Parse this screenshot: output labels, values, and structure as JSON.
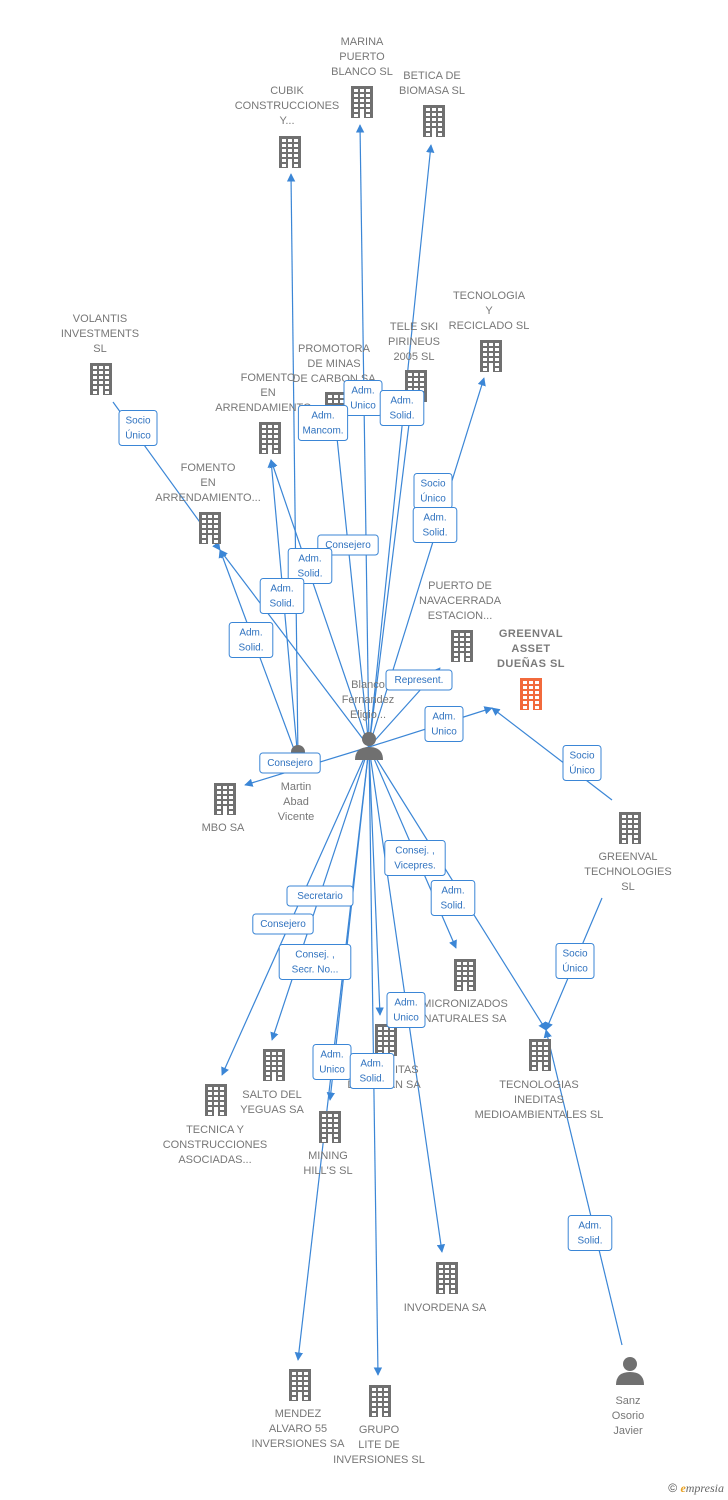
{
  "colors": {
    "building": "#707070",
    "focus": "#f26a3c",
    "person": "#707070",
    "edge": "#3b86d6"
  },
  "nodes": [
    {
      "id": "marina",
      "type": "company",
      "lines": [
        "MARINA",
        "PUERTO",
        "BLANCO SL"
      ]
    },
    {
      "id": "betica",
      "type": "company",
      "lines": [
        "BETICA DE",
        "BIOMASA SL"
      ]
    },
    {
      "id": "cubik",
      "type": "company",
      "lines": [
        "CUBIK",
        "CONSTRUCCIONES",
        "Y..."
      ]
    },
    {
      "id": "volantis",
      "type": "company",
      "lines": [
        "VOLANTIS",
        "INVESTMENTS",
        "SL"
      ]
    },
    {
      "id": "tecnologia_rec",
      "type": "company",
      "lines": [
        "TECNOLOGIA",
        "Y",
        "RECICLADO SL"
      ]
    },
    {
      "id": "teleski",
      "type": "company",
      "lines": [
        "TELE SKI",
        "PIRINEUS",
        "2005  SL"
      ]
    },
    {
      "id": "promotora",
      "type": "company",
      "lines": [
        "PROMOTORA",
        "DE MINAS",
        "DE CARBON SA"
      ]
    },
    {
      "id": "fomento1",
      "type": "company",
      "lines": [
        "FOMENTO",
        "EN",
        "ARRENDAMIENTO..."
      ]
    },
    {
      "id": "fomento2",
      "type": "company",
      "lines": [
        "FOMENTO",
        "EN",
        "ARRENDAMIENTO..."
      ]
    },
    {
      "id": "puerto_nav",
      "type": "company",
      "lines": [
        "PUERTO DE",
        "NAVACERRADA",
        "ESTACION..."
      ]
    },
    {
      "id": "greenval_asset",
      "type": "focus",
      "lines": [
        "GREENVAL",
        "ASSET",
        "DUEÑAS  SL"
      ]
    },
    {
      "id": "blanco",
      "type": "person",
      "lines": [
        "Blanco",
        "Fernandez",
        "Eligio..."
      ]
    },
    {
      "id": "martin",
      "type": "person",
      "lines": [
        "Martin",
        "Abad",
        "Vicente"
      ]
    },
    {
      "id": "mbo",
      "type": "company",
      "lines": [
        "MBO SA"
      ]
    },
    {
      "id": "greenval_tech",
      "type": "company",
      "lines": [
        "GREENVAL",
        "TECHNOLOGIES",
        "SL"
      ]
    },
    {
      "id": "micronizados",
      "type": "company",
      "lines": [
        "MICRONIZADOS",
        "NATURALES SA"
      ]
    },
    {
      "id": "tecnologias_ined",
      "type": "company",
      "lines": [
        "TECNOLOGIAS",
        "INEDITAS",
        "MEDIOAMBIENTALES SL"
      ]
    },
    {
      "id": "salto",
      "type": "company",
      "lines": [
        "SALTO DEL",
        "YEGUAS SA"
      ]
    },
    {
      "id": "bentonitas",
      "type": "company",
      "lines": [
        "BENTONITAS",
        "DE ALMAN SA"
      ]
    },
    {
      "id": "tecnica",
      "type": "company",
      "lines": [
        "TECNICA Y",
        "CONSTRUCCIONES",
        "ASOCIADAS..."
      ]
    },
    {
      "id": "mining",
      "type": "company",
      "lines": [
        "MINING",
        "HILL'S SL"
      ]
    },
    {
      "id": "invordena",
      "type": "company",
      "lines": [
        "INVORDENA SA"
      ]
    },
    {
      "id": "sanz",
      "type": "person",
      "lines": [
        "Sanz",
        "Osorio",
        "Javier"
      ]
    },
    {
      "id": "mendez",
      "type": "company",
      "lines": [
        "MENDEZ",
        "ALVARO 55",
        "INVERSIONES SA"
      ]
    },
    {
      "id": "grupo_lite",
      "type": "company",
      "lines": [
        "GRUPO",
        "LITE DE",
        "INVERSIONES SL"
      ]
    }
  ],
  "edges": [
    {
      "from": "blanco",
      "to": "marina",
      "label": [
        "Adm.",
        "Unico"
      ]
    },
    {
      "from": "blanco",
      "to": "betica",
      "label": [
        "Adm.",
        "Solid."
      ]
    },
    {
      "from": "martin",
      "to": "cubik",
      "label": []
    },
    {
      "from": "volantis",
      "to": "fomento2",
      "label": [
        "Socio",
        "Único"
      ]
    },
    {
      "from": "blanco",
      "to": "tecnologia_rec",
      "label": [
        "Socio",
        "Único"
      ]
    },
    {
      "from": "blanco",
      "to": "teleski",
      "label": [
        "Adm.",
        "Solid."
      ]
    },
    {
      "from": "blanco",
      "to": "promotora",
      "label": [
        "Consejero"
      ]
    },
    {
      "from": "blanco",
      "to": "fomento1",
      "label": [
        "Adm.",
        "Mancom."
      ]
    },
    {
      "from": "martin",
      "to": "fomento1",
      "label": [
        "Adm.",
        "Solid."
      ]
    },
    {
      "from": "blanco",
      "to": "fomento2",
      "label": [
        "Adm.",
        "Solid."
      ]
    },
    {
      "from": "martin",
      "to": "fomento2",
      "label": [
        "Adm.",
        "Solid."
      ]
    },
    {
      "from": "blanco",
      "to": "puerto_nav",
      "label": [
        "Represent."
      ]
    },
    {
      "from": "blanco",
      "to": "greenval_asset",
      "label": [
        "Adm.",
        "Unico"
      ]
    },
    {
      "from": "greenval_tech",
      "to": "greenval_asset",
      "label": [
        "Socio",
        "Único"
      ]
    },
    {
      "from": "blanco",
      "to": "mbo",
      "label": [
        "Consejero"
      ]
    },
    {
      "from": "blanco",
      "to": "micronizados",
      "label": [
        "Adm.",
        "Solid."
      ]
    },
    {
      "from": "blanco",
      "to": "tecnologias_ined",
      "label": [
        "Consej. ,",
        "Vicepres."
      ]
    },
    {
      "from": "greenval_tech",
      "to": "tecnologias_ined",
      "label": [
        "Socio",
        "Único"
      ]
    },
    {
      "from": "sanz",
      "to": "tecnologias_ined",
      "label": [
        "Adm.",
        "Solid."
      ]
    },
    {
      "from": "blanco",
      "to": "salto",
      "label": [
        "Secretario"
      ]
    },
    {
      "from": "blanco",
      "to": "tecnica",
      "label": [
        "Consejero"
      ]
    },
    {
      "from": "blanco",
      "to": "bentonitas",
      "label": [
        "Adm.",
        "Unico"
      ]
    },
    {
      "from": "blanco",
      "to": "mining",
      "label": [
        "Consej. ,",
        "Secr. No..."
      ]
    },
    {
      "from": "blanco",
      "to": "invordena",
      "label": []
    },
    {
      "from": "blanco",
      "to": "mendez",
      "label": [
        "Adm.",
        "Unico"
      ]
    },
    {
      "from": "blanco",
      "to": "grupo_lite",
      "label": [
        "Adm.",
        "Solid."
      ]
    }
  ],
  "footer": {
    "copyright": "©",
    "brand_first": "e",
    "brand_rest": "mpresia"
  }
}
